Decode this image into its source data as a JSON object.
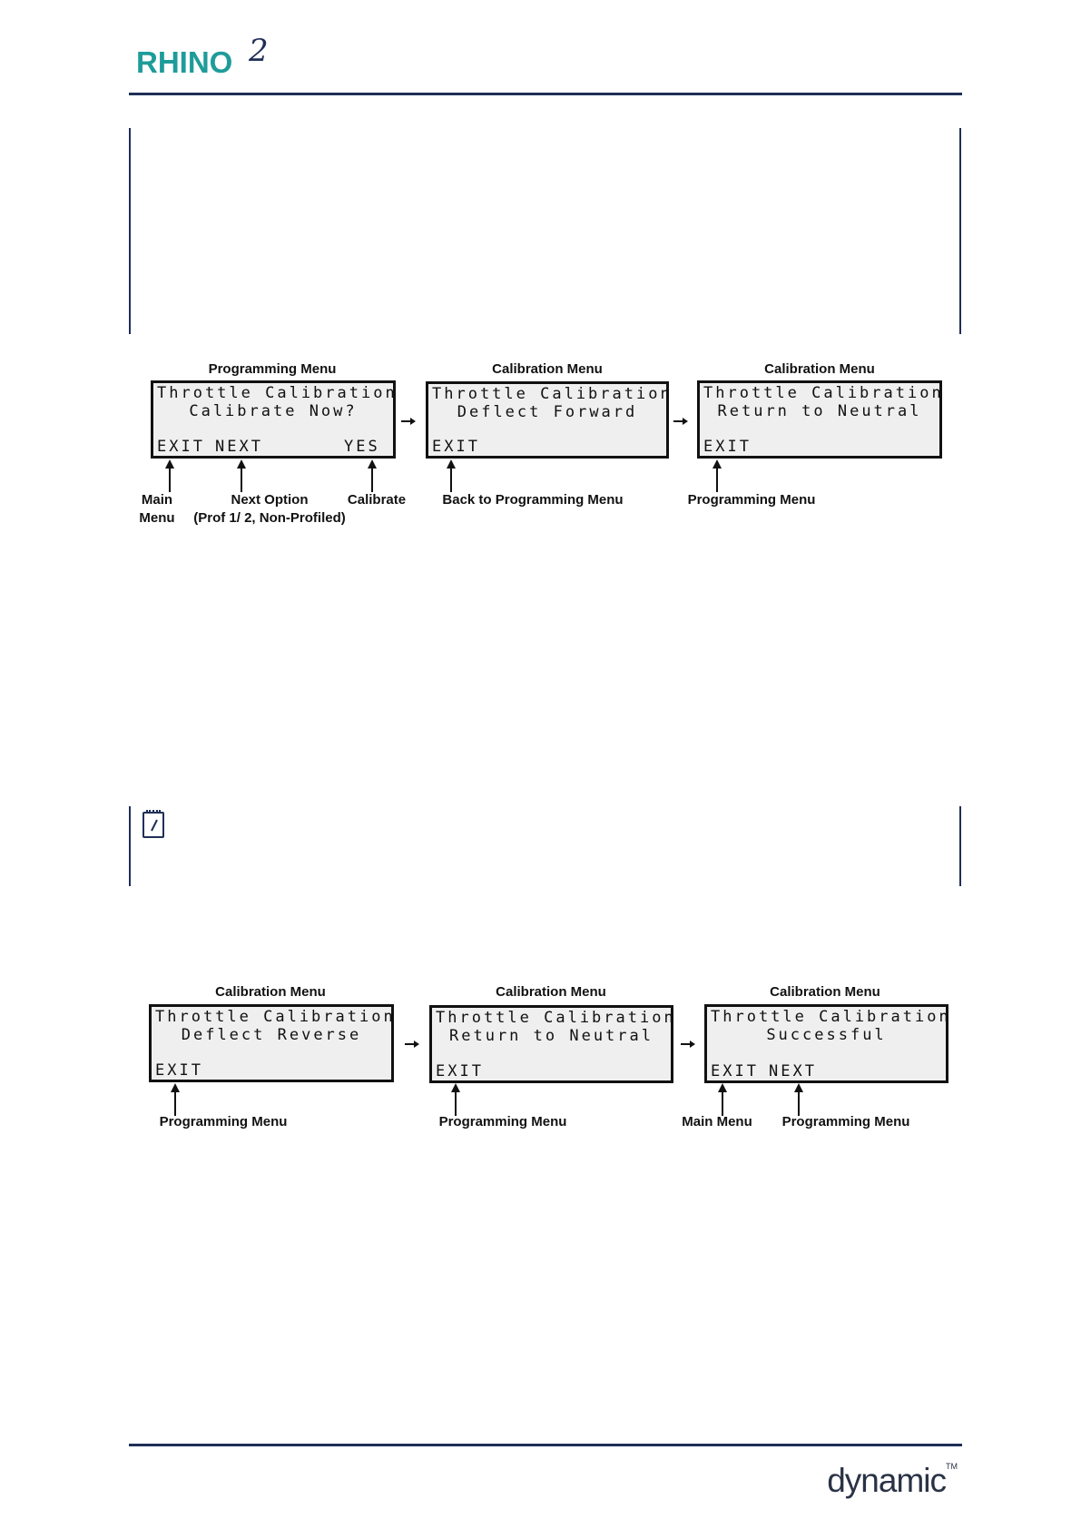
{
  "header": {
    "logo_text": "RHINO",
    "logo_superscript": "2"
  },
  "diagram1": {
    "screens": [
      {
        "menu": "Programming Menu",
        "line1": "Throttle Calibration",
        "line2": "Calibrate Now?",
        "buttons": [
          "EXIT",
          "NEXT",
          "YES"
        ]
      },
      {
        "menu": "Calibration Menu",
        "line1": "Throttle Calibration",
        "line2": "Deflect Forward",
        "buttons": [
          "EXIT"
        ]
      },
      {
        "menu": "Calibration Menu",
        "line1": "Throttle Calibration",
        "line2": "Return to Neutral",
        "buttons": [
          "EXIT"
        ]
      }
    ],
    "captions": {
      "main_menu_1": "Main",
      "main_menu_2": "Menu",
      "next_option_1": "Next Option",
      "next_option_2": "(Prof 1/ 2, Non-Profiled)",
      "calibrate": "Calibrate",
      "back": "Back to Programming Menu",
      "programming": "Programming Menu"
    }
  },
  "diagram2": {
    "screens": [
      {
        "menu": "Calibration Menu",
        "line1": "Throttle Calibration",
        "line2": "Deflect Reverse",
        "buttons": [
          "EXIT"
        ]
      },
      {
        "menu": "Calibration Menu",
        "line1": "Throttle Calibration",
        "line2": "Return to Neutral",
        "buttons": [
          "EXIT"
        ]
      },
      {
        "menu": "Calibration Menu",
        "line1": "Throttle Calibration",
        "line2": "Successful",
        "buttons": [
          "EXIT",
          "NEXT"
        ]
      }
    ],
    "captions": {
      "programming_1": "Programming Menu",
      "programming_2": "Programming Menu",
      "main_menu": "Main Menu",
      "programming_3": "Programming Menu"
    }
  },
  "footer": {
    "brand": "dynamic",
    "brand_tm": "TM"
  },
  "colors": {
    "teal": "#1f9c9a",
    "navy": "#1f2f57",
    "lcd_bg": "#efefef"
  },
  "icons": {
    "note": "note-pencil-icon"
  }
}
